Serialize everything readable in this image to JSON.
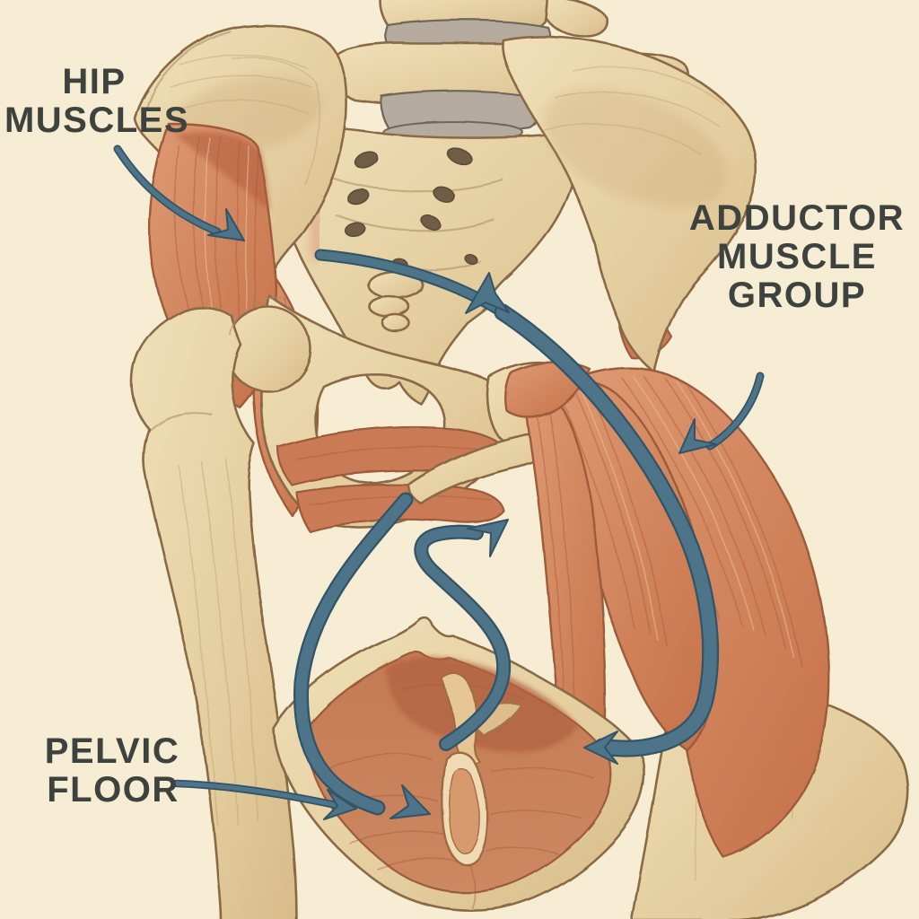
{
  "meta": {
    "title": "Hip, pelvis and pelvic floor anatomical illustration",
    "style": "colored-pencil medical drawing on cream paper"
  },
  "palette": {
    "background": "#f8efd6",
    "bone": "#e8d2a6",
    "bone_outline": "#8a6845",
    "muscle": "#d28b65",
    "muscle_shade": "#b06040",
    "disc_gray": "#b5aca0",
    "arrow_blue": "#4b7389",
    "arrow_blue_dark": "#2e5265",
    "label_text": "#3a403d"
  },
  "labels": {
    "hip_muscles": {
      "lines": [
        "HIP",
        "MUSCLES"
      ]
    },
    "adductor_muscle_group": {
      "lines": [
        "ADDUCTOR",
        "MUSCLE",
        "GROUP"
      ]
    },
    "pelvic_floor": {
      "lines": [
        "PELVIC",
        "FLOOR"
      ]
    }
  },
  "arrows": [
    {
      "name": "hip-muscles-arrow",
      "from": "hip-muscles-label",
      "to": "hip muscles beside iliac crest"
    },
    {
      "name": "adductor-arrow",
      "from": "adductor-label",
      "to": "adductor muscle group of inner thigh"
    },
    {
      "name": "pelvic-floor-arrow",
      "from": "pelvic-floor-label",
      "to": "pelvic floor basin"
    },
    {
      "name": "spine-to-pelvic-floor-arrow",
      "desc": "long curve from sacrum down through adductors hooking into pelvic floor"
    },
    {
      "name": "pelvic-floor-loop-arrow-left",
      "desc": "arc circling left of pelvic floor, head pointing into basin"
    },
    {
      "name": "pelvic-floor-loop-arrow-right",
      "desc": "curl rising from basin with head pointing up-right"
    }
  ]
}
